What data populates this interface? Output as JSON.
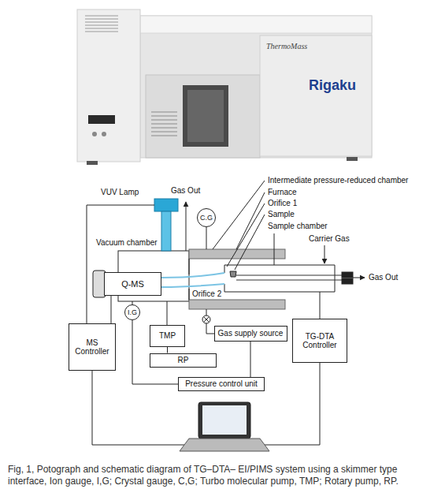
{
  "diagram": {
    "caption": "Fig, 1, Potograph and schematic diagram of TG–DTA– EI/PIMS system using a skimmer type interface, Ion gauge, I,G; Crystal gauge, C,G; Turbo molecular pump, TMP; Rotary pump, RP.",
    "nodes": [
      {
        "text": [
          "C.G"
        ]
      },
      {
        "text": [
          "Q-MS"
        ]
      },
      {
        "text": [
          "I.G"
        ]
      },
      {
        "text": [
          "MS Controller"
        ]
      },
      {
        "text": [
          "TMP"
        ]
      },
      {
        "text": [
          "Gas supply source"
        ]
      },
      {
        "text": [
          "TG-DTA Controller"
        ]
      },
      {
        "text": [
          "RP"
        ]
      },
      {
        "text": [
          "Pressure control unit"
        ]
      }
    ],
    "edges": [
      {
        "from": 3,
        "to": 1,
        "arrow": "none"
      },
      {
        "from": 4,
        "to": 7,
        "arrow": "none"
      },
      {
        "from": 5,
        "to": 8,
        "arrow": "none"
      },
      {
        "from": 2,
        "to": 8,
        "arrow": "none"
      }
    ],
    "labels": [
      "ThermoMass",
      "Rigaku",
      "VUV Lamp",
      "Gas Out",
      "Intermediate pressure-reduced chamber",
      "Furnace",
      "Orifice 1",
      "Sample",
      "Sample chamber",
      "Carrier Gas",
      "Vacuum chamber",
      "Orifice 2",
      "Gas Out"
    ]
  }
}
